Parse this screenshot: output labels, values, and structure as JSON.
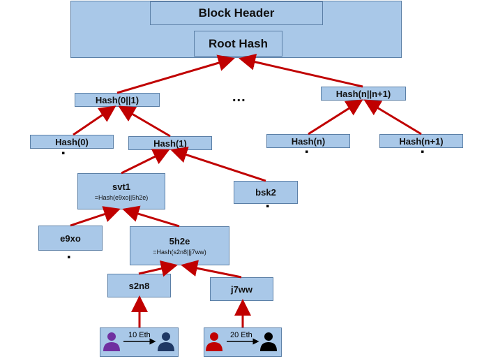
{
  "block": {
    "header_label": "Block Header",
    "root_label": "Root Hash"
  },
  "tree": {
    "hash01": "Hash(0||1)",
    "hash_n_n1": "Hash(n||n+1)",
    "ellipsis": "...",
    "hash0": "Hash(0)",
    "hash1": "Hash(1)",
    "hashn": "Hash(n)",
    "hashn1": "Hash(n+1)",
    "svt1": {
      "title": "svt1",
      "formula": "=Hash(e9xo||5h2e)"
    },
    "bsk2": "bsk2",
    "e9xo": "e9xo",
    "5h2e": {
      "title": "5h2e",
      "formula": "=Hash(s2n8||j7ww)"
    },
    "s2n8": "s2n8",
    "j7ww": "j7ww"
  },
  "transactions": [
    {
      "amount": "10 Eth",
      "sender_color": "#7030a0",
      "receiver_color": "#1f3864"
    },
    {
      "amount": "20 Eth",
      "sender_color": "#c00000",
      "receiver_color": "#000000"
    }
  ],
  "colors": {
    "box_fill": "#a9c8e8",
    "box_border": "#5b7fa6",
    "arrow": "#c00000"
  }
}
